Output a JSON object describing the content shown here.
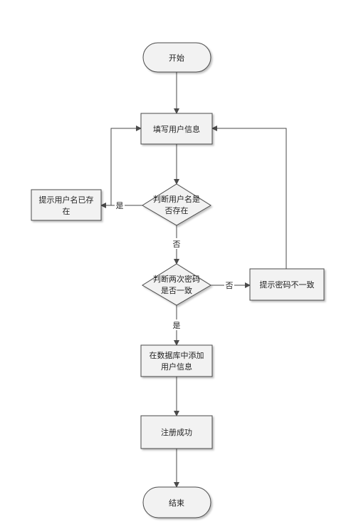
{
  "flowchart": {
    "start": "开始",
    "fill_info": "填写用户信息",
    "check_name_line1": "判断用户名是",
    "check_name_line2": "否存在",
    "name_exists_line1": "提示用户名已存",
    "name_exists_line2": "在",
    "label_yes_name": "是",
    "label_no_name": "否",
    "check_pwd_line1": "判断两次密码",
    "check_pwd_line2": "是否一致",
    "label_no_pwd": "否",
    "pwd_mismatch": "提示密码不一致",
    "label_yes_pwd": "是",
    "add_db_line1": "在数据库中添加",
    "add_db_line2": "用户信息",
    "register_success": "注册成功",
    "end": "结束"
  },
  "colors": {
    "node_fill": "#f2f2f2",
    "node_stroke": "#4a4a4a",
    "line": "#4a4a4a"
  }
}
